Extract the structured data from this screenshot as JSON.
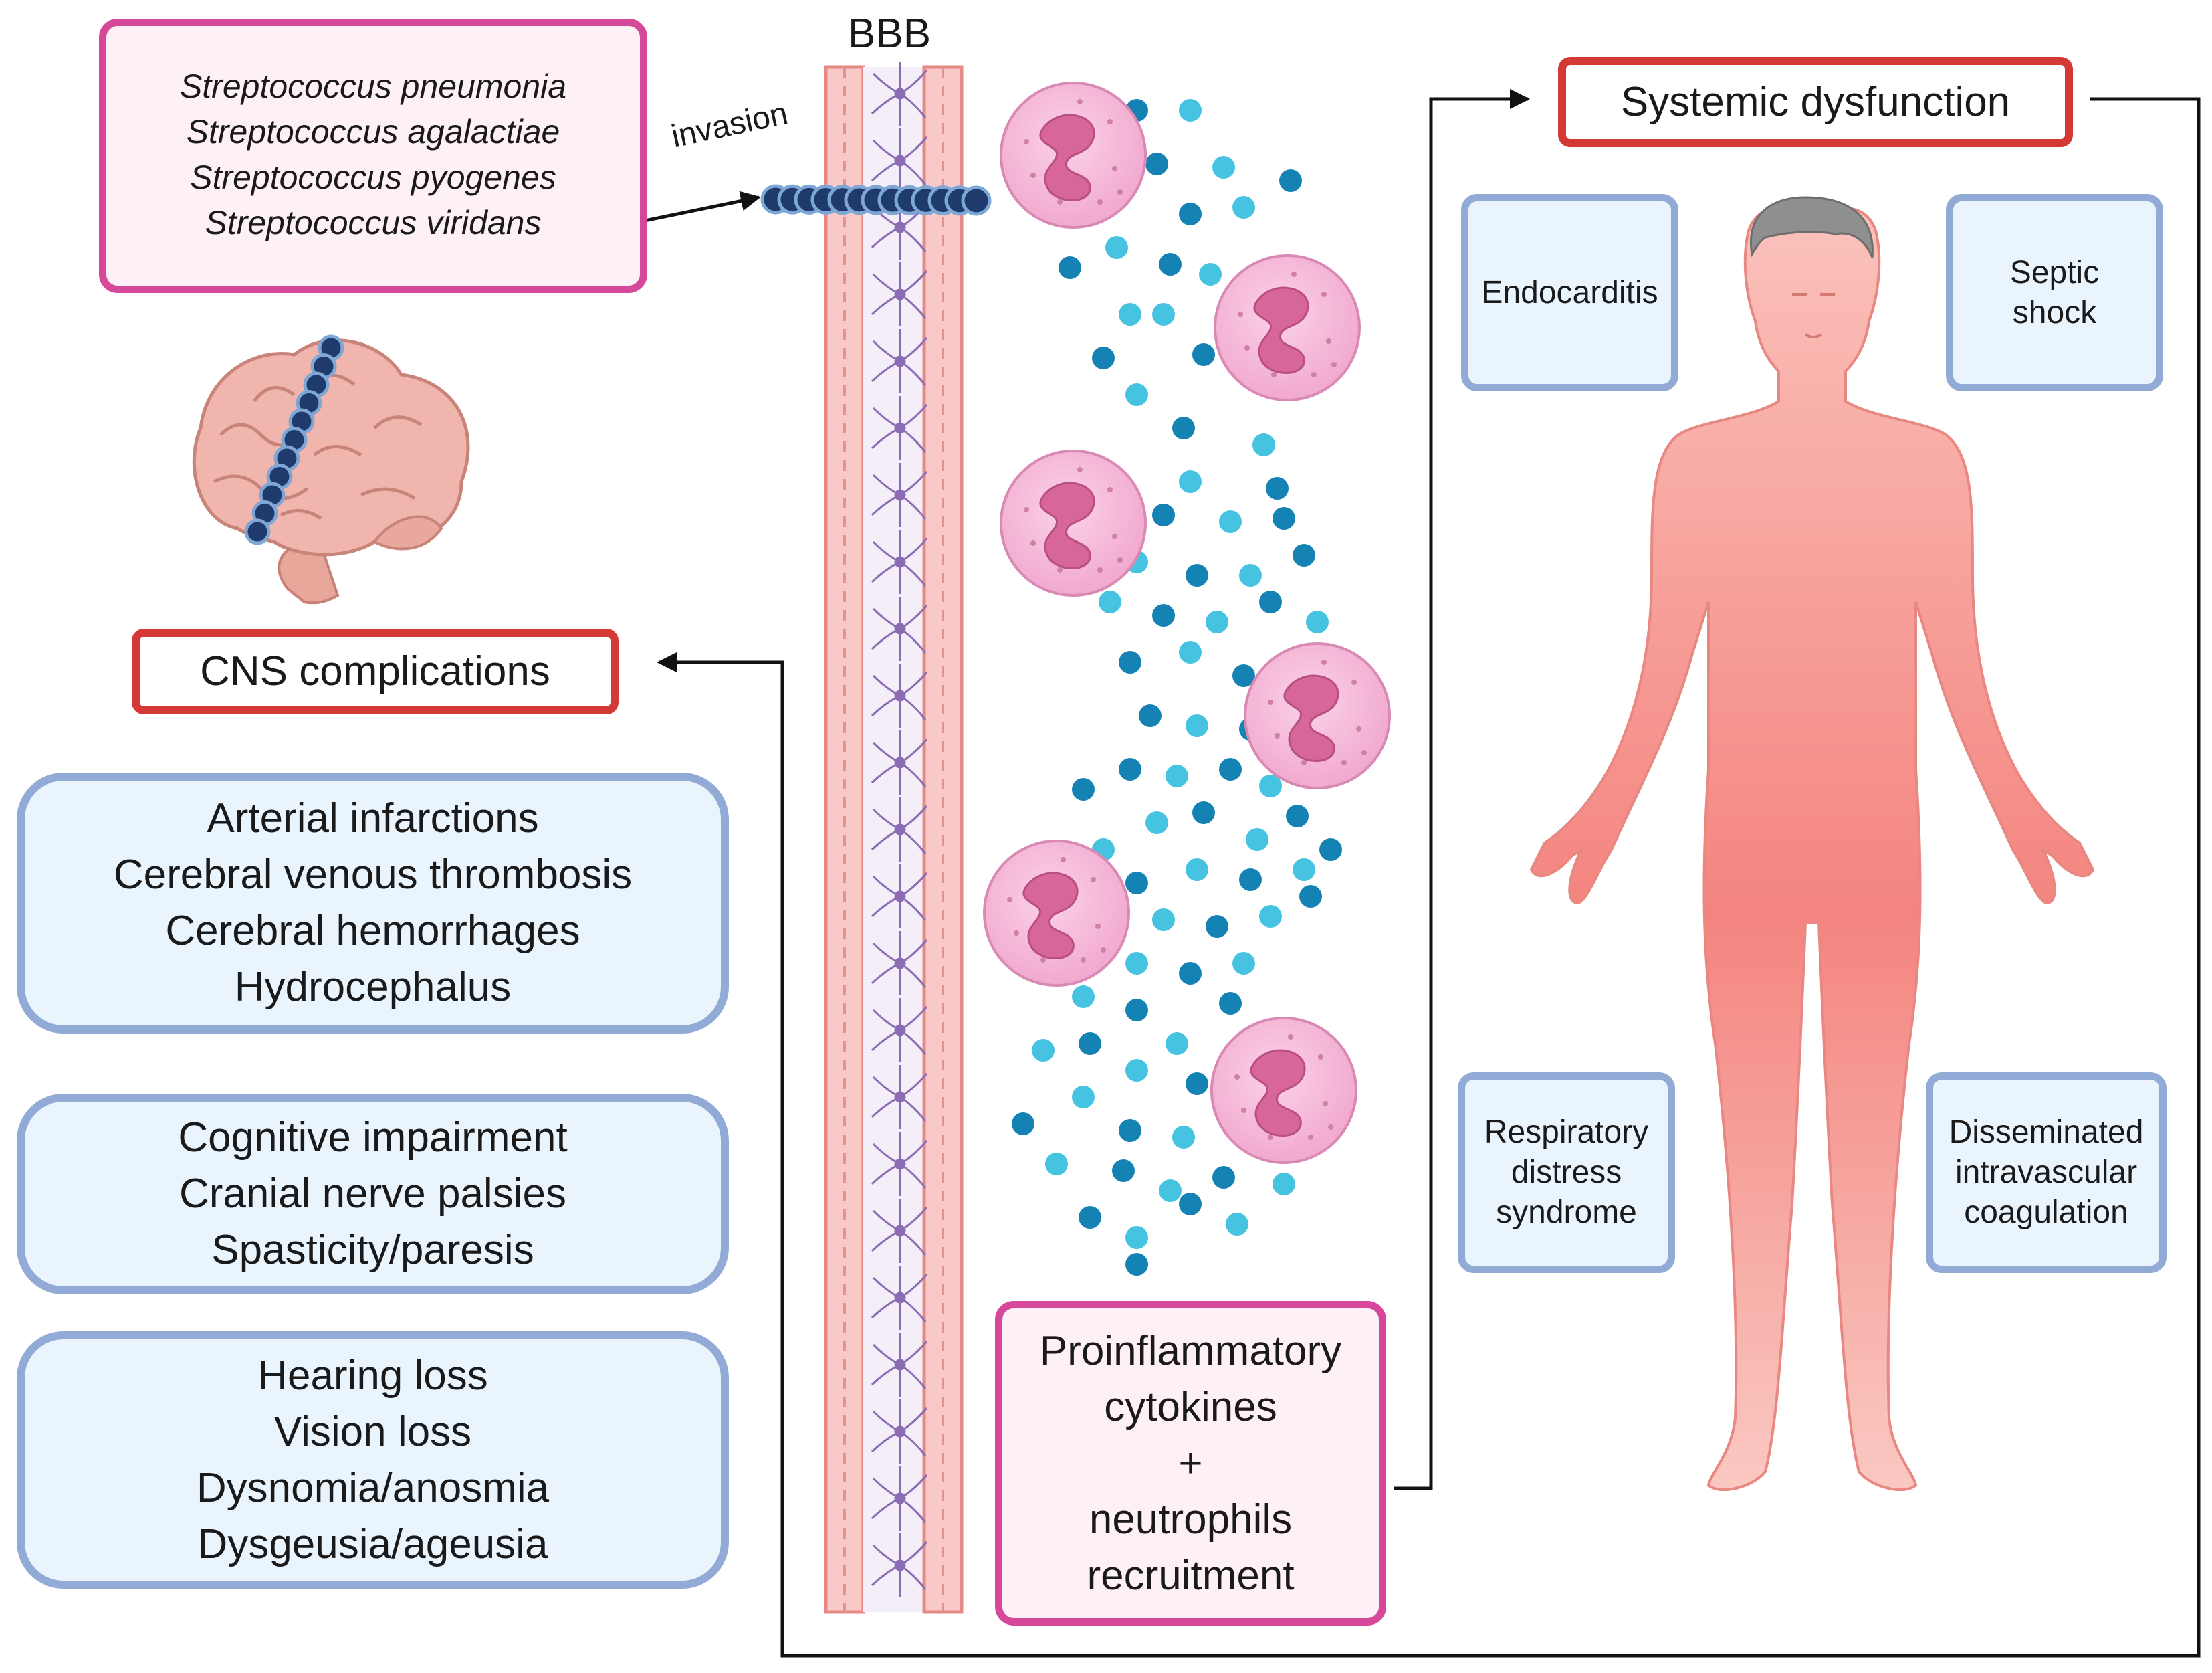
{
  "bacteria": {
    "species": [
      "Streptococcus pneumonia",
      "Streptococcus agalactiae",
      "Streptococcus pyogenes",
      "Streptococcus viridans"
    ]
  },
  "barrier": {
    "label": "BBB"
  },
  "arrows": {
    "invasion": "invasion"
  },
  "cns": {
    "title": "CNS complications",
    "groups": [
      [
        "Arterial infarctions",
        "Cerebral venous thrombosis",
        "Cerebral hemorrhages",
        "Hydrocephalus"
      ],
      [
        "Cognitive impairment",
        "Cranial nerve palsies",
        "Spasticity/paresis"
      ],
      [
        "Hearing loss",
        "Vision loss",
        "Dysnomia/anosmia",
        "Dysgeusia/ageusia"
      ]
    ]
  },
  "inflammation": {
    "lines": [
      "Proinflammatory",
      "cytokines",
      "+",
      "neutrophils",
      "recruitment"
    ]
  },
  "systemic": {
    "title": "Systemic dysfunction",
    "endocarditis": [
      "Endocarditis"
    ],
    "septic_shock": [
      "Septic",
      "shock"
    ],
    "respiratory": [
      "Respiratory",
      "distress",
      "syndrome"
    ],
    "dic": [
      "Disseminated",
      "intravascular",
      "coagulation"
    ]
  },
  "colors": {
    "pink_border": "#d6499a",
    "red_border": "#d43a35",
    "blue_border": "#91abd6",
    "box_fill": "#eaf4fd",
    "cytokine_dark": "#1582b4",
    "cytokine_light": "#45c3e0",
    "bacteria": "#1f3b6e",
    "neutrophil": "#f4b8d8",
    "body_skin": "#f48c86"
  },
  "icons": [
    "brain-icon",
    "bacteria-chain-icon",
    "neutrophil-icon",
    "cytokine-icon",
    "human-body-icon",
    "arrow-icon"
  ]
}
